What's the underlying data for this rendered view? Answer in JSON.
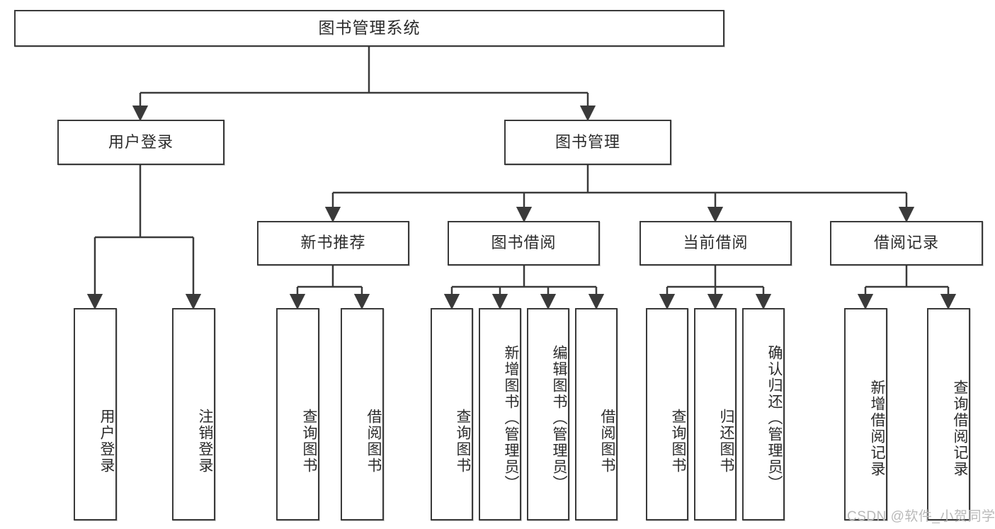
{
  "diagram": {
    "title": "图书管理系统",
    "type": "hierarchy-tree",
    "watermark": "CSDN @软件_小贺同学",
    "colors": {
      "stroke": "#3a3a3a",
      "fill": "#ffffff",
      "text": "#2b2b2b",
      "watermark": "#b9b9b9"
    },
    "levels": {
      "root": {
        "label": "图书管理系统"
      },
      "level1": [
        {
          "id": "user-login",
          "label": "用户登录"
        },
        {
          "id": "book-management",
          "label": "图书管理"
        }
      ],
      "level2": [
        {
          "id": "new-book-recommend",
          "label": "新书推荐",
          "parent": "book-management"
        },
        {
          "id": "book-borrow",
          "label": "图书借阅",
          "parent": "book-management"
        },
        {
          "id": "current-borrow",
          "label": "当前借阅",
          "parent": "book-management"
        },
        {
          "id": "borrow-record",
          "label": "借阅记录",
          "parent": "book-management"
        }
      ],
      "leaves": [
        {
          "id": "leaf-user-login",
          "label": "用户登录",
          "parent": "user-login"
        },
        {
          "id": "leaf-logout",
          "label": "注销登录",
          "parent": "user-login"
        },
        {
          "id": "leaf-query-book-1",
          "label": "查询图书",
          "parent": "new-book-recommend"
        },
        {
          "id": "leaf-borrow-book-1",
          "label": "借阅图书",
          "parent": "new-book-recommend"
        },
        {
          "id": "leaf-query-book-2",
          "label": "查询图书",
          "parent": "book-borrow"
        },
        {
          "id": "leaf-add-book",
          "label": "新增图书（管理员）",
          "parent": "book-borrow"
        },
        {
          "id": "leaf-edit-book",
          "label": "编辑图书（管理员）",
          "parent": "book-borrow"
        },
        {
          "id": "leaf-borrow-book-2",
          "label": "借阅图书",
          "parent": "book-borrow"
        },
        {
          "id": "leaf-query-book-3",
          "label": "查询图书",
          "parent": "current-borrow"
        },
        {
          "id": "leaf-return-book",
          "label": "归还图书",
          "parent": "current-borrow"
        },
        {
          "id": "leaf-confirm-return",
          "label": "确认归还（管理员）",
          "parent": "current-borrow"
        },
        {
          "id": "leaf-add-record",
          "label": "新增借阅记录",
          "parent": "borrow-record"
        },
        {
          "id": "leaf-query-record",
          "label": "查询借阅记录",
          "parent": "borrow-record"
        }
      ]
    }
  }
}
